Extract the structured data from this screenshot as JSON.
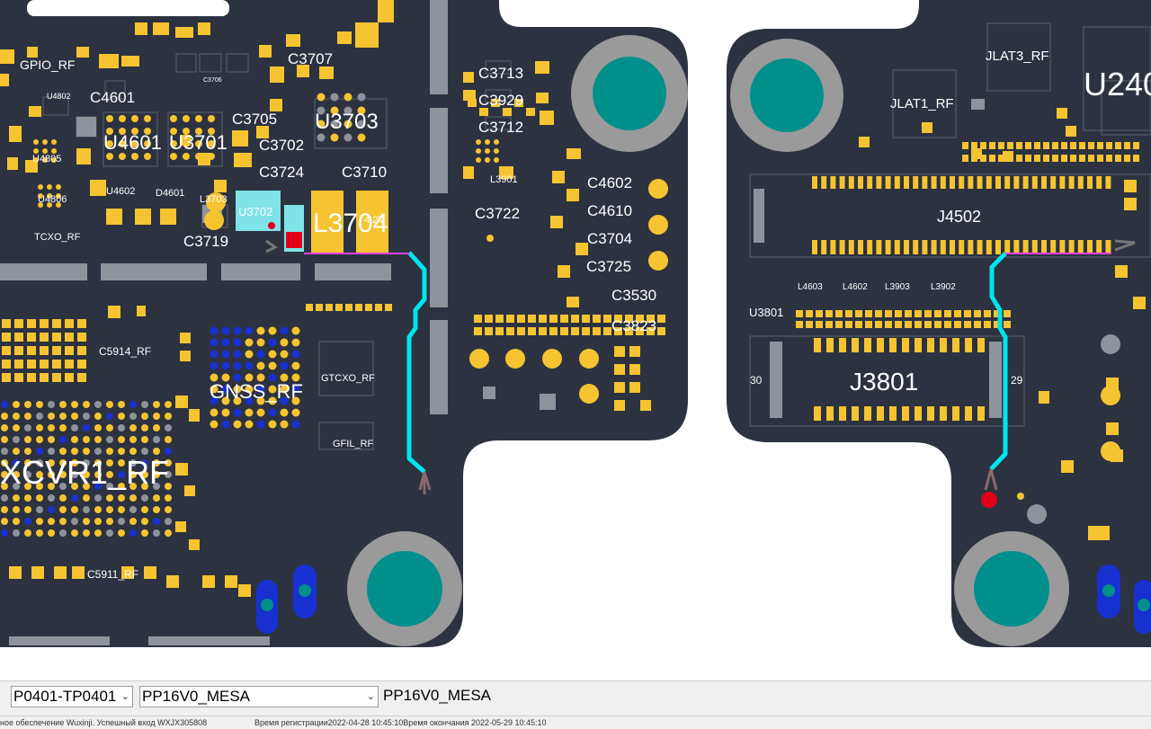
{
  "viewer": {
    "part_combo": "P0401-TP0401",
    "net_combo": "PP16V0_MESA",
    "net_label": "PP16V0_MESA"
  },
  "status": {
    "left": "ное обеспечение Wuxinji. Успешный вход WXJX305808",
    "right": "Время регистрации2022-04-28 10:45:10Время окончания 2022-05-29 10:45:10"
  },
  "colors": {
    "board": "#2c3240",
    "pad": "#f5c430",
    "chip": "#8e939c",
    "trace": "#00e5ee",
    "net_link": "#e040e0",
    "mount_ring": "#9a9a9a",
    "mount_hole": "#008f8a",
    "oval_pad": "#1830d0"
  },
  "labels": [
    {
      "id": "gpio-rf",
      "text": "GPIO_RF"
    },
    {
      "id": "u4802",
      "text": "U4802"
    },
    {
      "id": "c4601",
      "text": "C4601"
    },
    {
      "id": "c3706",
      "text": "C3706"
    },
    {
      "id": "c3707",
      "text": "C3707"
    },
    {
      "id": "c3705",
      "text": "C3705"
    },
    {
      "id": "u3703",
      "text": "U3703"
    },
    {
      "id": "c3702",
      "text": "C3702"
    },
    {
      "id": "c3724",
      "text": "C3724"
    },
    {
      "id": "c3710",
      "text": "C3710"
    },
    {
      "id": "u4601",
      "text": "U4601"
    },
    {
      "id": "u3701",
      "text": "U3701"
    },
    {
      "id": "u4805",
      "text": "U4805"
    },
    {
      "id": "u4806",
      "text": "U4806"
    },
    {
      "id": "u4602",
      "text": "U4602"
    },
    {
      "id": "d4601",
      "text": "D4601"
    },
    {
      "id": "l3703",
      "text": "L3703"
    },
    {
      "id": "u3702",
      "text": "U3702"
    },
    {
      "id": "l3704",
      "text": "L3704"
    },
    {
      "id": "v42",
      "text": "4.2V"
    },
    {
      "id": "tcxo-rf",
      "text": "TCXO_RF"
    },
    {
      "id": "c3719",
      "text": "C3719"
    },
    {
      "id": "c3713",
      "text": "C3713"
    },
    {
      "id": "c3929",
      "text": "C3929"
    },
    {
      "id": "c3712",
      "text": "C3712"
    },
    {
      "id": "l3901",
      "text": "L3901"
    },
    {
      "id": "c3722",
      "text": "C3722"
    },
    {
      "id": "c4602",
      "text": "C4602"
    },
    {
      "id": "c4610",
      "text": "C4610"
    },
    {
      "id": "c3704",
      "text": "C3704"
    },
    {
      "id": "c3725",
      "text": "C3725"
    },
    {
      "id": "c3530",
      "text": "C3530"
    },
    {
      "id": "c3823",
      "text": "C3823"
    },
    {
      "id": "c5914-rf",
      "text": "C5914_RF"
    },
    {
      "id": "gnss-rf",
      "text": "GNSS_RF"
    },
    {
      "id": "gtcxo-rf",
      "text": "GTCXO_RF"
    },
    {
      "id": "gfil-rf",
      "text": "GFIL_RF"
    },
    {
      "id": "xcvr1-rf",
      "text": "XCVR1_RF"
    },
    {
      "id": "c5911-rf",
      "text": "C5911_RF"
    },
    {
      "id": "jlat1-rf",
      "text": "JLAT1_RF"
    },
    {
      "id": "jlat3-rf",
      "text": "JLAT3_RF"
    },
    {
      "id": "u240",
      "text": "U240"
    },
    {
      "id": "j4502",
      "text": "J4502"
    },
    {
      "id": "l4603",
      "text": "L4603"
    },
    {
      "id": "l4602",
      "text": "L4602"
    },
    {
      "id": "l3903",
      "text": "L3903"
    },
    {
      "id": "l3902",
      "text": "L3902"
    },
    {
      "id": "u3801",
      "text": "U3801"
    },
    {
      "id": "j3801",
      "text": "J3801"
    },
    {
      "id": "pin30",
      "text": "30"
    },
    {
      "id": "pin29",
      "text": "29"
    }
  ]
}
